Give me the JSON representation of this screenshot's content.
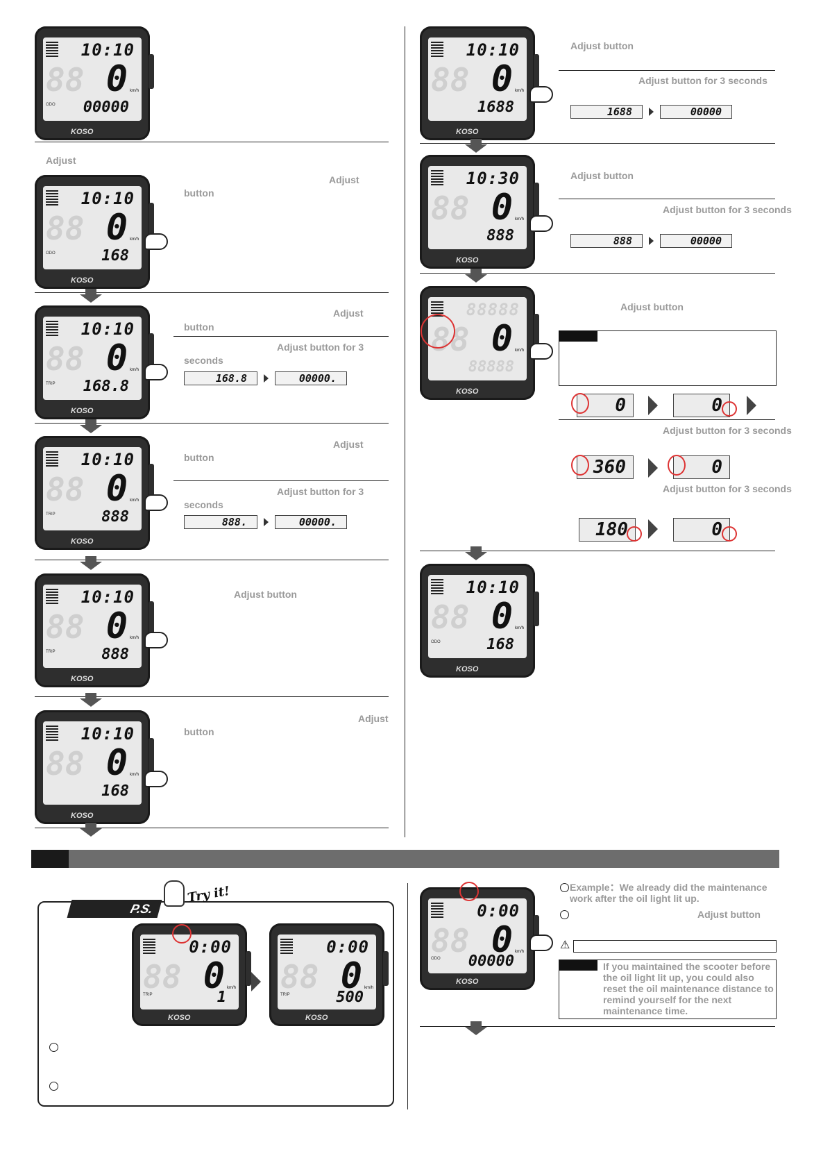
{
  "meter": {
    "clock1": "10:10",
    "clock2": "10:30",
    "clock3": "0:00",
    "speed": "0",
    "ghost": "88",
    "unit": "km/h",
    "brand": "KOSO",
    "odo_a": "00000",
    "odo_b": "168",
    "odo_c": "168.8",
    "odo_d": "888",
    "odo_e": "1",
    "odo_f": "500",
    "odo_top": "88888",
    "lbl_odo": "ODO",
    "lbl_trip": "TRIP",
    "hour": "1688",
    "hour_reset": "00000",
    "hour2": "888"
  },
  "left": {
    "adjust_heading": "Adjust",
    "s1_adjust": "Adjust",
    "s1_button": "button",
    "s2_adjust": "Adjust",
    "s2_button": "button",
    "s2_hold": "Adjust button for 3",
    "s2_seconds": "seconds",
    "s2_from": "168.8",
    "s2_to": "00000.",
    "s3_adjust": "Adjust",
    "s3_button": "button",
    "s3_hold": "Adjust button for 3",
    "s3_seconds": "seconds",
    "s3_from": "888.",
    "s3_to": "00000.",
    "s4_adjust_button": "Adjust button",
    "s5_adjust": "Adjust",
    "s5_button": "button"
  },
  "right": {
    "r1_adjust_button": "Adjust button",
    "r1_hold": "Adjust button for 3 seconds",
    "r2_adjust_button": "Adjust button",
    "r2_hold": "Adjust button for 3 seconds",
    "r3_adjust_button": "Adjust button",
    "r3_hold1": "Adjust button for 3 seconds",
    "r3_hold2": "Adjust button for 3 seconds",
    "small_a": "0",
    "small_b": "0",
    "small_c": "360",
    "small_d": "0",
    "small_e": "180",
    "small_f": "0"
  },
  "bottom": {
    "ps_label": "P.S.",
    "try_it": "Try it!",
    "example": "Example：We already did the maintenance work after the oil light lit up.",
    "adjust_button": "Adjust button",
    "note": "If you maintained the scooter before the oil light lit up, you could also reset the oil maintenance distance to remind yourself for the next maintenance time."
  },
  "colors": {
    "label_gray": "#9a9a9a",
    "flash_red": "#dd3333",
    "bar_gray": "#6d6d6d"
  }
}
